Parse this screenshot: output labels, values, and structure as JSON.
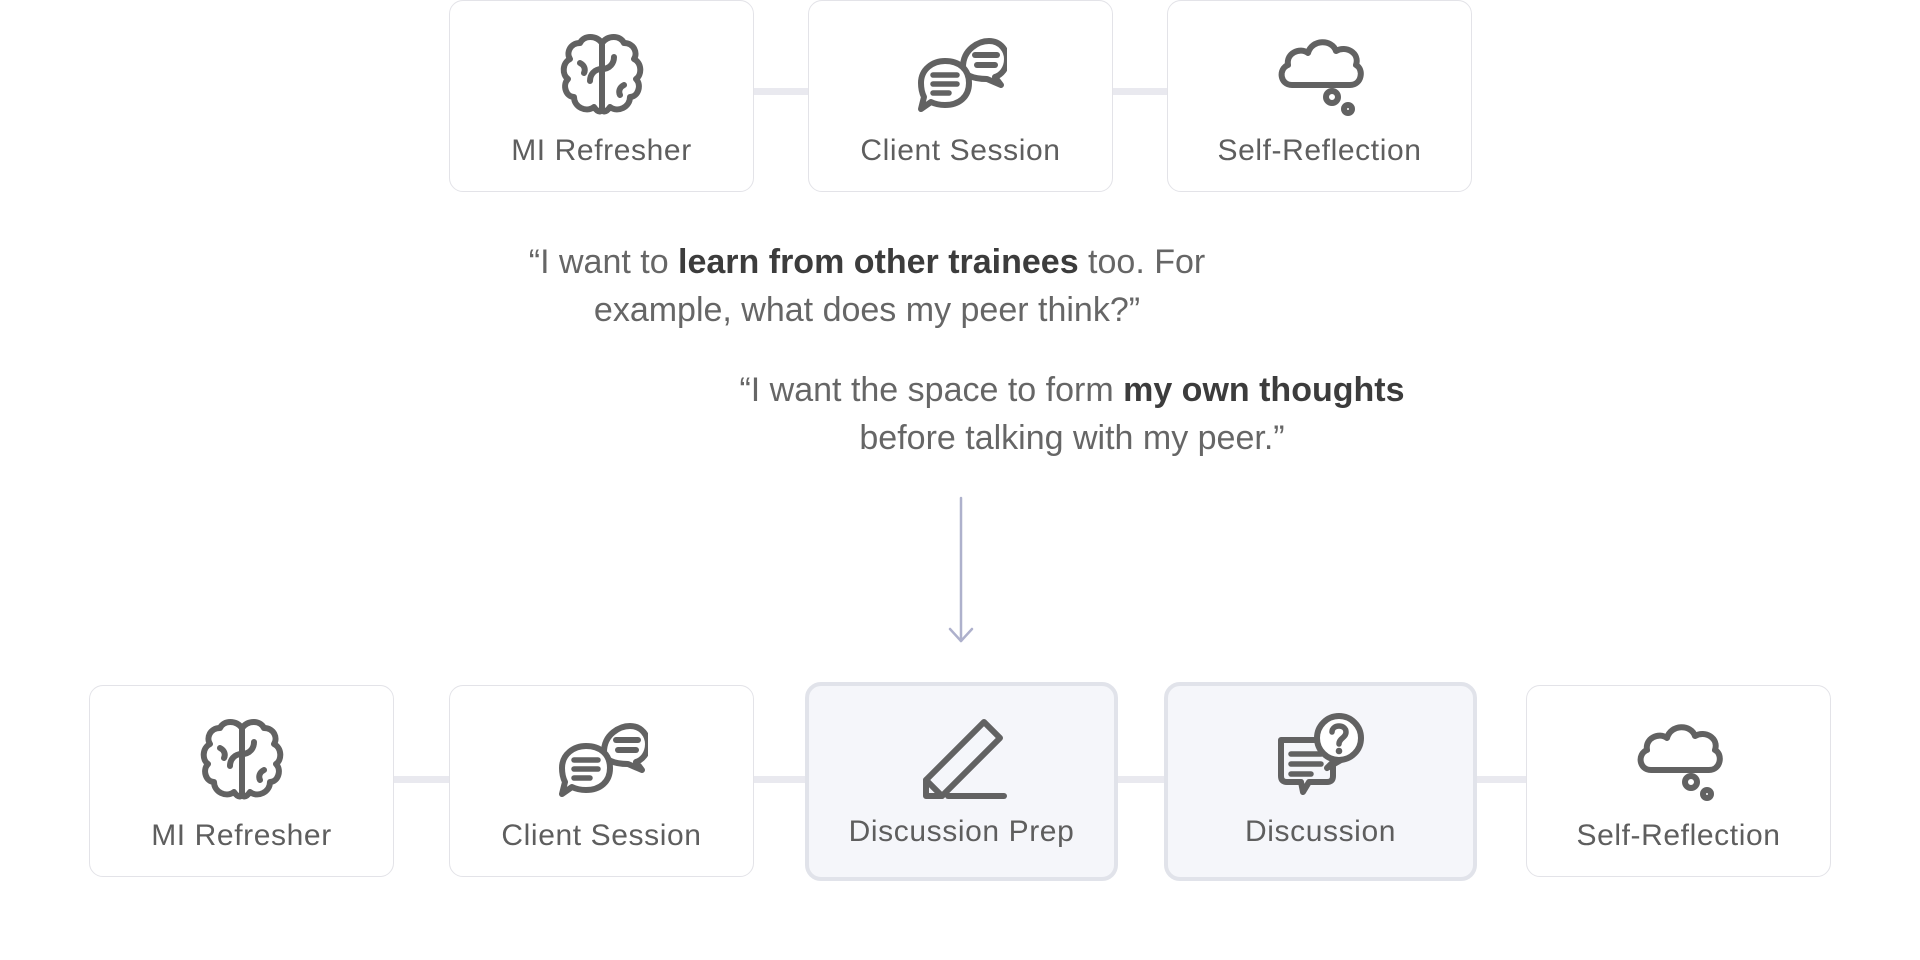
{
  "colors": {
    "card_border": "#e3e3e8",
    "card_highlight_bg": "#f5f6fa",
    "connector": "#e9e9ef",
    "icon": "#626262",
    "arrow": "#aeb1cc",
    "text": "#5e5e5e",
    "text_bold": "#3c3c3c"
  },
  "top_row": {
    "steps": [
      {
        "label": "MI Refresher",
        "icon": "brain-icon"
      },
      {
        "label": "Client Session",
        "icon": "chat-bubbles-icon"
      },
      {
        "label": "Self-Reflection",
        "icon": "thought-cloud-icon"
      }
    ]
  },
  "quotes": [
    {
      "open": "“I want to ",
      "bold": "learn from other trainees",
      "rest": " too. For",
      "line2": "example, what does my peer think?”"
    },
    {
      "open": "“I want the space to form ",
      "bold": "my own thoughts",
      "rest": "",
      "line2": "before talking with my peer.”"
    }
  ],
  "arrow": {
    "icon": "arrow-down-icon"
  },
  "bottom_row": {
    "steps": [
      {
        "label": "MI Refresher",
        "icon": "brain-icon",
        "highlighted": false
      },
      {
        "label": "Client Session",
        "icon": "chat-bubbles-icon",
        "highlighted": false
      },
      {
        "label": "Discussion Prep",
        "icon": "pencil-icon",
        "highlighted": true
      },
      {
        "label": "Discussion",
        "icon": "chat-question-icon",
        "highlighted": true
      },
      {
        "label": "Self-Reflection",
        "icon": "thought-cloud-icon",
        "highlighted": false
      }
    ]
  }
}
